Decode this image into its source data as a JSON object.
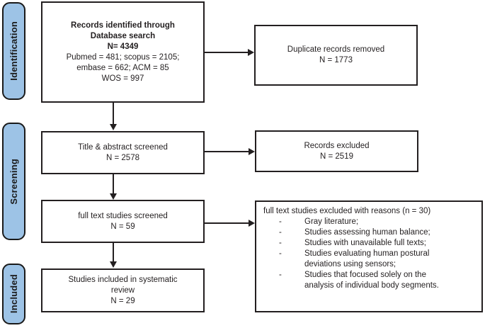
{
  "diagram": {
    "type": "prisma-flow-diagram",
    "colors": {
      "stage_badge_fill": "#9DC3E6",
      "box_border": "#231f20",
      "box_fill": "#ffffff",
      "text": "#231f20"
    },
    "stages": [
      {
        "id": "identification",
        "label": "Identification"
      },
      {
        "id": "screening",
        "label": "Screening"
      },
      {
        "id": "included",
        "label": "Included"
      }
    ],
    "boxes": {
      "records_identified": {
        "title_line_1": "Records identified through",
        "title_line_2": "Database search",
        "total_line": "N= 4349",
        "detail_line_1": "Pubmed = 481; scopus = 2105;",
        "detail_line_2": "embase = 662; ACM = 85",
        "detail_line_3": "WOS = 997"
      },
      "duplicates_removed": {
        "line_1": "Duplicate records removed",
        "line_2": "N = 1773"
      },
      "title_abstract_screened": {
        "line_1": "Title & abstract screened",
        "line_2": "N = 2578"
      },
      "records_excluded": {
        "line_1": "Records excluded",
        "line_2": "N = 2519"
      },
      "full_text_screened": {
        "line_1": "full text studies screened",
        "line_2": "N = 59"
      },
      "full_text_excluded": {
        "title": "full text studies excluded with reasons (n = 30)",
        "reasons": [
          {
            "dash": "-",
            "text": "Gray literature;"
          },
          {
            "dash": "-",
            "text": "Studies assessing human balance;"
          },
          {
            "dash": "-",
            "text": "Studies with unavailable full texts;"
          },
          {
            "dash": "-",
            "text": "Studies evaluating human postural"
          },
          {
            "dash": "",
            "text": "deviations using sensors;"
          },
          {
            "dash": "-",
            "text": "Studies that focused solely on the"
          },
          {
            "dash": "",
            "text": "analysis of individual body segments."
          }
        ]
      },
      "studies_included": {
        "line_1": "Studies included in systematic",
        "line_2": "review",
        "line_3": "N = 29"
      }
    },
    "counts": {
      "identified_total": 4349,
      "pubmed": 481,
      "scopus": 2105,
      "embase": 662,
      "acm": 85,
      "wos": 997,
      "duplicates_removed": 1773,
      "title_abstract_screened": 2578,
      "records_excluded": 2519,
      "full_text_screened": 59,
      "full_text_excluded": 30,
      "included": 29
    }
  }
}
